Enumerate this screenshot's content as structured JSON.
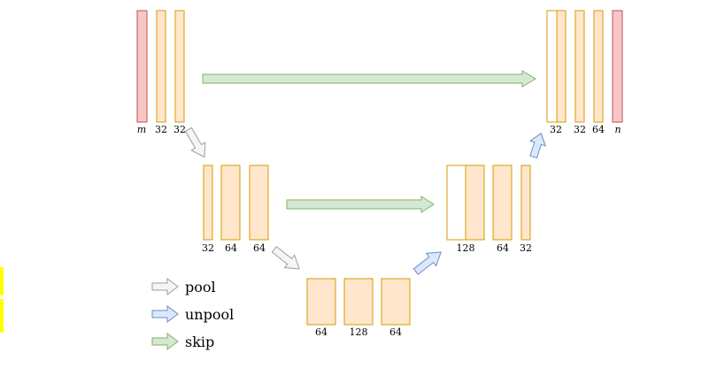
{
  "colors": {
    "input_output_fill": "#f8c6c6",
    "input_output_stroke": "#b85450",
    "feature_fill": "#ffe6cc",
    "feature_stroke": "#d79b00",
    "pool_fill": "#f5f5f5",
    "pool_stroke": "#9e9e9e",
    "unpool_fill": "#dae8fc",
    "unpool_stroke": "#6c8ebf",
    "skip_fill": "#d5e8d4",
    "skip_stroke": "#82b366",
    "marker": "#ffff00"
  },
  "labels": {
    "enc1": [
      "m",
      "32",
      "32"
    ],
    "enc2": [
      "32",
      "64",
      "64"
    ],
    "bottleneck": [
      "64",
      "128",
      "64"
    ],
    "dec2": [
      "128",
      "64",
      "32"
    ],
    "dec1": [
      "32",
      "32",
      "64",
      "n"
    ]
  },
  "legend": {
    "pool": "pool",
    "unpool": "unpool",
    "skip": "skip"
  }
}
